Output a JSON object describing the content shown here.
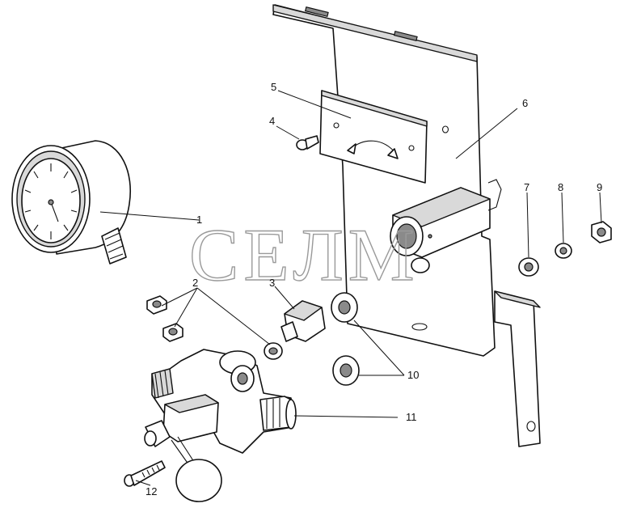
{
  "watermark": "СЕЛМ",
  "callouts": [
    {
      "id": "c1",
      "text": "1"
    },
    {
      "id": "c2",
      "text": "2"
    },
    {
      "id": "c3",
      "text": "3"
    },
    {
      "id": "c4",
      "text": "4"
    },
    {
      "id": "c5",
      "text": "5"
    },
    {
      "id": "c6",
      "text": "6"
    },
    {
      "id": "c7",
      "text": "7"
    },
    {
      "id": "c8",
      "text": "8"
    },
    {
      "id": "c9",
      "text": "9"
    },
    {
      "id": "c10",
      "text": "10"
    },
    {
      "id": "c11",
      "text": "11"
    },
    {
      "id": "c12",
      "text": "12"
    }
  ]
}
